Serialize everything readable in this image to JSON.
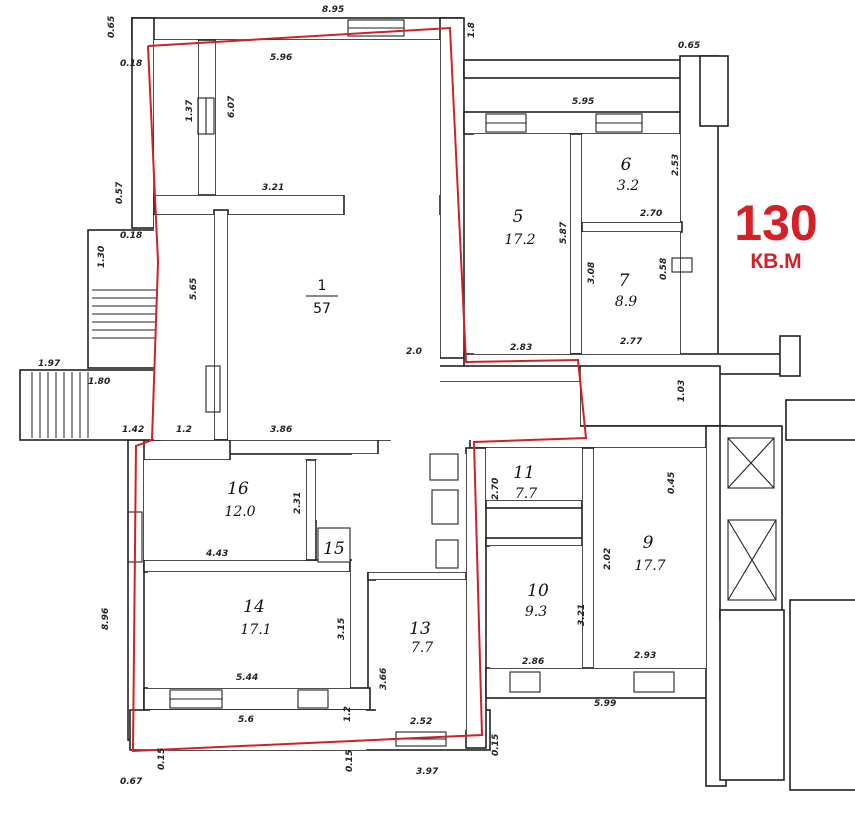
{
  "area_badge": {
    "value": "130",
    "unit": "КВ.М"
  },
  "rooms": [
    {
      "id": "r1",
      "number": "1",
      "area": "57"
    },
    {
      "id": "r5",
      "number": "5",
      "area": "17.2"
    },
    {
      "id": "r6",
      "number": "6",
      "area": "3.2"
    },
    {
      "id": "r7",
      "number": "7",
      "area": "8.9"
    },
    {
      "id": "r9",
      "number": "9",
      "area": "17.7"
    },
    {
      "id": "r10",
      "number": "10",
      "area": "9.3"
    },
    {
      "id": "r11",
      "number": "11",
      "area": "7.7"
    },
    {
      "id": "r13",
      "number": "13",
      "area": "7.7"
    },
    {
      "id": "r14",
      "number": "14",
      "area": "17.1"
    },
    {
      "id": "r15",
      "number": "15",
      "area": ""
    },
    {
      "id": "r16",
      "number": "16",
      "area": "12.0"
    }
  ],
  "dimensions": {
    "top_overall": "8.95",
    "top_room1": "5.96",
    "mid_room1": "3.21",
    "bottom_room1": "3.86",
    "room1_right": "2.0",
    "room1_left": "5.65",
    "top_left_a": "0.65",
    "top_left_b": "0.18",
    "left_small": "0.57",
    "left_small_b": "0.18",
    "left_v1": "1.37",
    "left_v2": "6.07",
    "stair_v": "1.30",
    "stair_h1": "1.97",
    "stair_h2": "1.80",
    "corr_a": "1.42",
    "corr_b": "1.2",
    "top_right_small": "1.8",
    "right_top": "0.65",
    "right_mid": "5.95",
    "r5_v": "5.87",
    "r6_v": "2.53",
    "r6_h": "2.70",
    "r7_v": "3.08",
    "r7_v2": "0.58",
    "r5_bottom": "2.83",
    "r7_bottom": "2.77",
    "right_corr": "1.03",
    "r11_v": "2.70",
    "r9_v": "0.45",
    "r9_v2": "2.02",
    "r10_v": "3.21",
    "r10_bottom": "2.86",
    "r9_bottom": "2.93",
    "bottom_right": "5.99",
    "r16_h": "4.43",
    "r16_v": "2.31",
    "r14_v": "3.15",
    "r14_bottom": "5.44",
    "r14_outside": "5.6",
    "left_overall": "8.96",
    "r13_v": "3.66",
    "r13_bottom": "2.52",
    "bottom_overall": "3.97",
    "bottom_a": "0.15",
    "bottom_b": "1.2",
    "bottom_left_a": "0.67",
    "bottom_left_b": "0.15",
    "bottom_mid": "0.15"
  }
}
